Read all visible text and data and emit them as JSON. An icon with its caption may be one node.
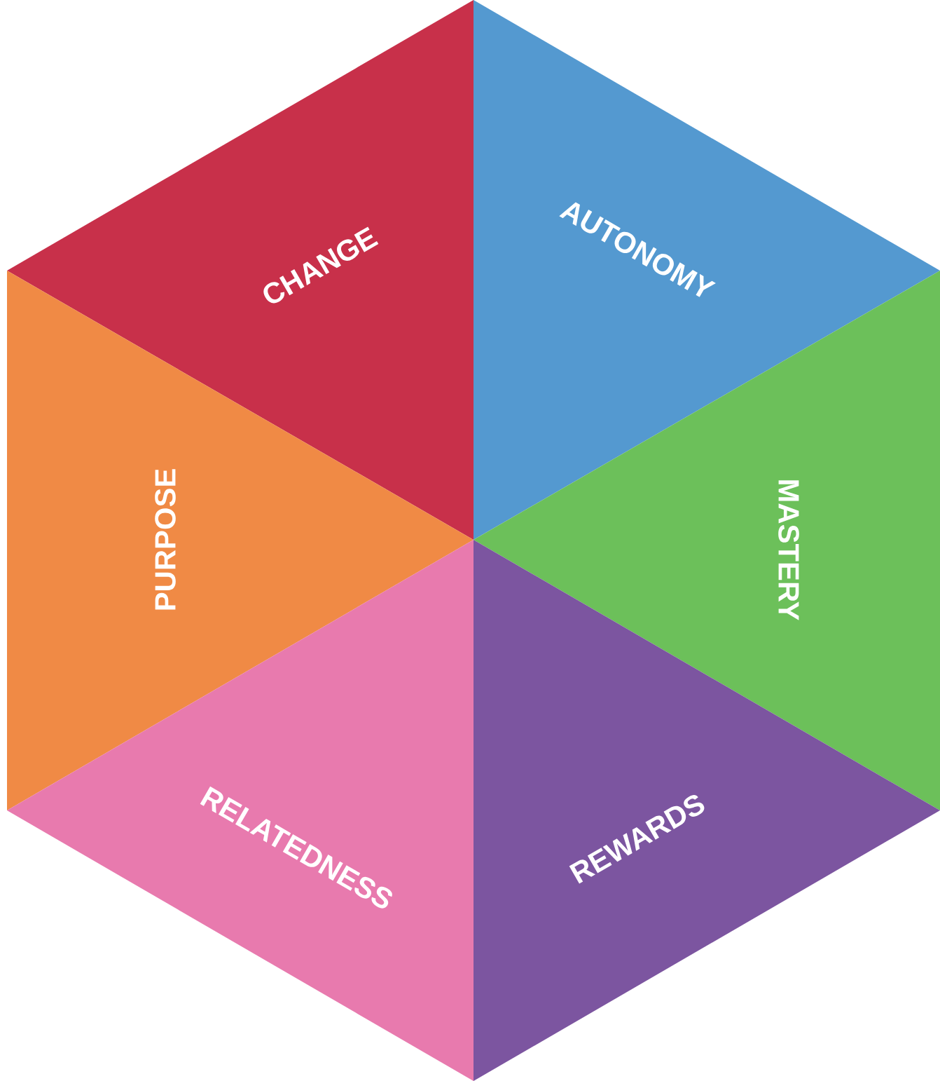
{
  "diagram": {
    "nodes": [
      {
        "text": [
          "CHANGE"
        ]
      },
      {
        "text": [
          "AUTONOMY"
        ]
      },
      {
        "text": [
          "PURPOSE"
        ]
      },
      {
        "text": [
          "MASTERY"
        ]
      },
      {
        "text": [
          "RELATEDNESS"
        ]
      },
      {
        "text": [
          "REWARDS"
        ]
      }
    ]
  }
}
